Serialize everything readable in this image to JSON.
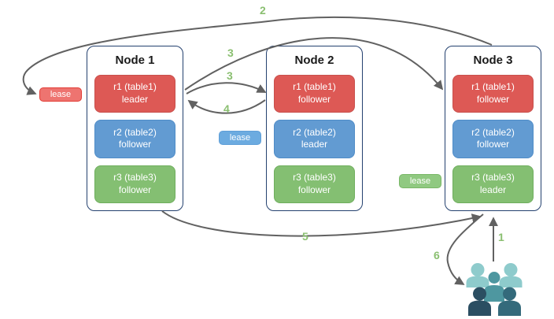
{
  "nodes": [
    {
      "title": "Node 1",
      "replicas": [
        {
          "label": "r1 (table1)",
          "role": "leader",
          "color": "#dd5955"
        },
        {
          "label": "r2 (table2)",
          "role": "follower",
          "color": "#629bd2"
        },
        {
          "label": "r3 (table3)",
          "role": "follower",
          "color": "#84bf72"
        }
      ]
    },
    {
      "title": "Node 2",
      "replicas": [
        {
          "label": "r1 (table1)",
          "role": "follower",
          "color": "#dd5955"
        },
        {
          "label": "r2 (table2)",
          "role": "leader",
          "color": "#629bd2"
        },
        {
          "label": "r3 (table3)",
          "role": "follower",
          "color": "#84bf72"
        }
      ]
    },
    {
      "title": "Node 3",
      "replicas": [
        {
          "label": "r1 (table1)",
          "role": "follower",
          "color": "#dd5955"
        },
        {
          "label": "r2 (table2)",
          "role": "follower",
          "color": "#629bd2"
        },
        {
          "label": "r3 (table3)",
          "role": "leader",
          "color": "#84bf72"
        }
      ]
    }
  ],
  "leases": [
    {
      "label": "lease",
      "color": "#ee7470"
    },
    {
      "label": "lease",
      "color": "#6cabe0"
    },
    {
      "label": "lease",
      "color": "#90c981"
    }
  ],
  "steps": [
    {
      "label": "1"
    },
    {
      "label": "2"
    },
    {
      "label": "3"
    },
    {
      "label": "3"
    },
    {
      "label": "4"
    },
    {
      "label": "5"
    },
    {
      "label": "6"
    }
  ],
  "icons": {
    "users": "users-group-icon"
  },
  "colors": {
    "arrow": "#616161",
    "step_label": "#8abf70",
    "node_border": "#24416f"
  }
}
